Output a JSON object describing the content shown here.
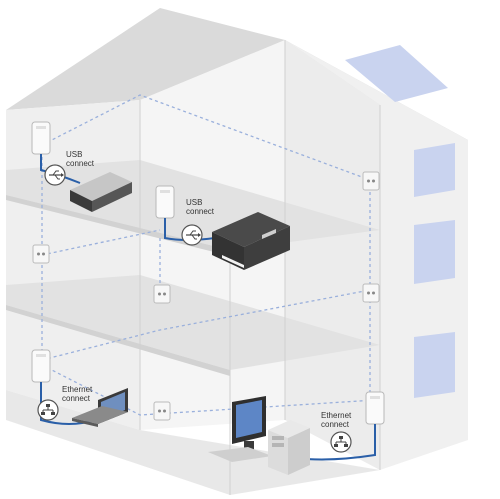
{
  "labels": {
    "usb_top": [
      "USB",
      "connect"
    ],
    "usb_mid": [
      "USB",
      "connect"
    ],
    "eth_left": [
      "Ethernet",
      "connect"
    ],
    "eth_right": [
      "Ethernet",
      "connect"
    ]
  },
  "icons": {
    "usb": "usb-icon",
    "ethernet": "ethernet-network-icon",
    "outlet": "power-outlet-icon"
  },
  "colors": {
    "house_wall": "#f3f3f3",
    "house_shade": "#e4e4e4",
    "house_side": "#ececec",
    "roof": "#dcdcdc",
    "window": "#c9d3ef",
    "cable": "#2a5fa8",
    "powerline": "#9ab0dc",
    "device_dark": "#3c3c3c",
    "text": "#333333"
  }
}
